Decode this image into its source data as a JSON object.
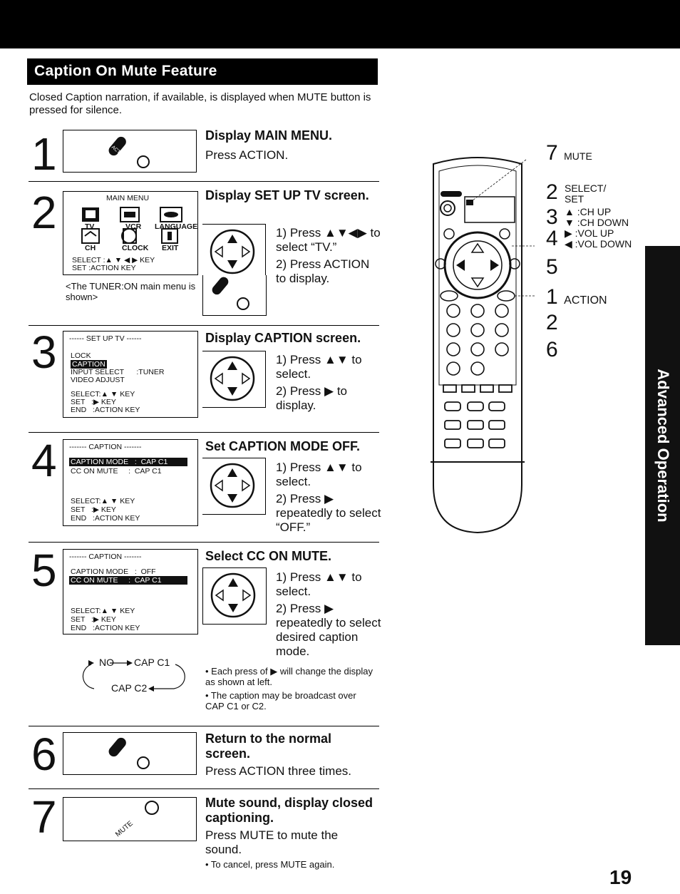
{
  "header": {
    "title": "Caption On Mute Feature"
  },
  "intro": "Closed Caption narration, if available, is displayed when MUTE button is pressed for silence.",
  "side_tab": "Advanced Operation",
  "page_number": "19",
  "steps": [
    {
      "num": "1",
      "heading": "Display MAIN MENU.",
      "body": "Press ACTION."
    },
    {
      "num": "2",
      "heading": "Display SET UP TV screen.",
      "instructions": [
        "1) Press ▲▼◀▶ to select “TV.”",
        "2) Press ACTION to display."
      ],
      "screen_caption": "<The TUNER:ON main menu is shown>",
      "screen": {
        "title": "MAIN MENU",
        "icons": [
          "TV",
          "VCR",
          "LANGUAGE",
          "CH",
          "CLOCK",
          "EXIT"
        ],
        "lines": [
          "SELECT :▲ ▼ ◀ ▶ KEY",
          "SET    :ACTION KEY"
        ]
      }
    },
    {
      "num": "3",
      "heading": "Display CAPTION screen.",
      "instructions": [
        "1) Press ▲▼ to select.",
        "2) Press ▶ to display."
      ],
      "screen": {
        "title": "------ SET UP TV ------",
        "lines": [
          "LOCK",
          "CAPTION",
          "INPUT SELECT      :TUNER",
          "VIDEO ADJUST",
          "SELECT:▲ ▼ KEY",
          "SET   :▶ KEY",
          "END   :ACTION KEY"
        ]
      }
    },
    {
      "num": "4",
      "heading": "Set CAPTION MODE OFF.",
      "instructions": [
        "1) Press ▲▼ to select.",
        "2) Press ▶ repeatedly to select “OFF.”"
      ],
      "screen": {
        "title": "------- CAPTION -------",
        "lines": [
          "CAPTION MODE   :  CAP C1",
          "CC ON MUTE     :  CAP C1",
          "SELECT:▲ ▼ KEY",
          "SET   :▶ KEY",
          "END   :ACTION KEY"
        ]
      }
    },
    {
      "num": "5",
      "heading": "Select CC ON MUTE.",
      "instructions": [
        "1) Press ▲▼ to select.",
        "2) Press ▶ repeatedly to select desired caption mode."
      ],
      "screen": {
        "title": "------- CAPTION -------",
        "lines": [
          "CAPTION MODE   :  OFF",
          "CC ON MUTE     :  CAP C1",
          "SELECT:▲ ▼ KEY",
          "SET   :▶ KEY",
          "END   :ACTION KEY"
        ]
      },
      "cycle": [
        "NO",
        "CAP C1",
        "CAP C2"
      ],
      "notes": [
        "• Each press of ▶ will change the display as shown at left.",
        "• The caption may be broadcast over CAP C1 or C2."
      ]
    },
    {
      "num": "6",
      "heading": "Return to the normal screen.",
      "body": "Press ACTION three times."
    },
    {
      "num": "7",
      "heading": "Mute sound, display closed captioning.",
      "body": "Press MUTE to mute the sound.",
      "note": "• To cancel, press MUTE again."
    }
  ],
  "remote_callouts": [
    {
      "num": "7",
      "label": "MUTE"
    },
    {
      "num": "2",
      "label": "SELECT/\nSET"
    },
    {
      "num": "3",
      "label": "▲ :CH UP\n▼ :CH DOWN"
    },
    {
      "num": "4",
      "label": "▶ :VOL UP\n◀ :VOL DOWN"
    },
    {
      "num": "5",
      "label": ""
    },
    {
      "num": "1",
      "label": "ACTION"
    },
    {
      "num": "2",
      "label": ""
    },
    {
      "num": "6",
      "label": ""
    }
  ],
  "icon_labels": {
    "action": "ACTION",
    "mute": "MUTE"
  }
}
